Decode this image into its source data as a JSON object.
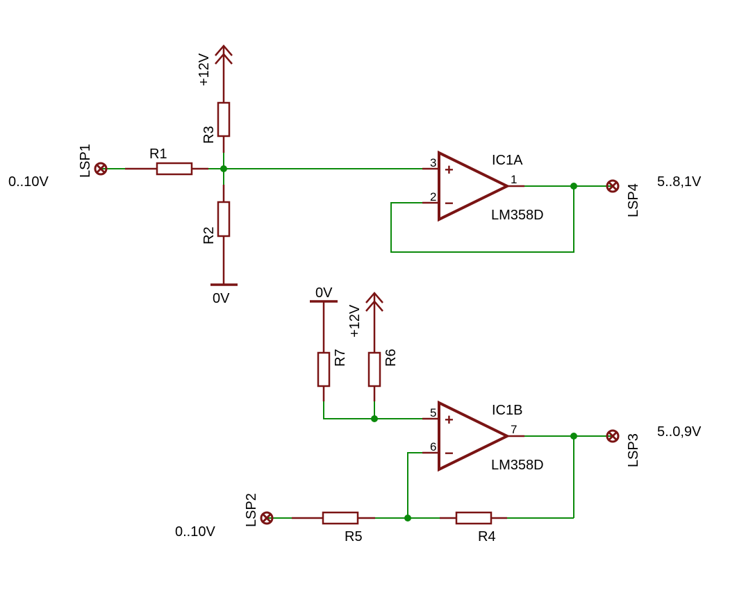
{
  "colors": {
    "wire": "#0b8a0b",
    "component": "#7a1414",
    "text": "#000000",
    "background": "#ffffff"
  },
  "opamp_a": {
    "name": "IC1A",
    "part": "LM358D",
    "pin_plus": "3",
    "pin_minus": "2",
    "pin_out": "1",
    "plus_sign": "+",
    "minus_sign": "−"
  },
  "opamp_b": {
    "name": "IC1B",
    "part": "LM358D",
    "pin_plus": "5",
    "pin_minus": "6",
    "pin_out": "7",
    "plus_sign": "+",
    "minus_sign": "−"
  },
  "resistors": {
    "r1": "R1",
    "r2": "R2",
    "r3": "R3",
    "r4": "R4",
    "r5": "R5",
    "r6": "R6",
    "r7": "R7"
  },
  "connectors": {
    "lsp1": "LSP1",
    "lsp2": "LSP2",
    "lsp3": "LSP3",
    "lsp4": "LSP4"
  },
  "supplies": {
    "vcc_top": "+12V",
    "vcc_bottom": "+12V",
    "gnd_top": "0V",
    "gnd_bottom": "0V"
  },
  "annotations": {
    "input_top": "0..10V",
    "input_bottom": "0..10V",
    "output_top": "5..8,1V",
    "output_bottom": "5..0,9V"
  }
}
